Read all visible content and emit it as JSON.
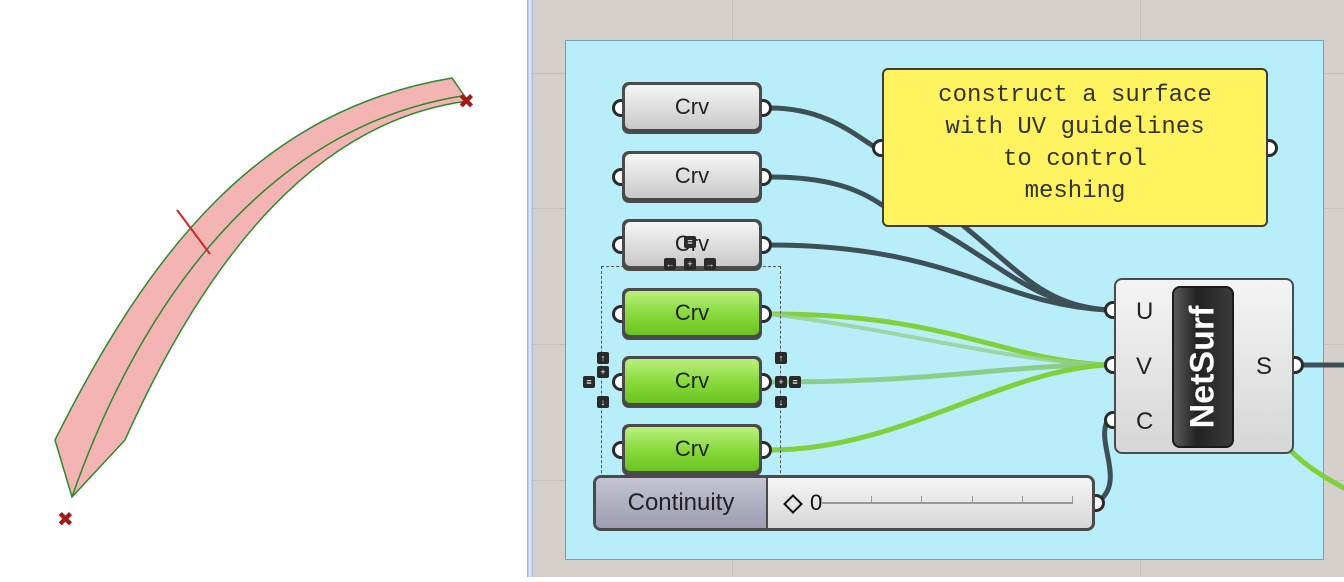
{
  "viewport": {
    "surface_fill": "#f4b4b4",
    "edge_color": "#2a8a2a",
    "seam_color": "#cc2a2a",
    "marker_color": "#a01a1a",
    "marker_symbol": "✖"
  },
  "canvas": {
    "group_color": "#b8eefa",
    "wire_dark": "#3c5056",
    "wire_green": "#7fd13b",
    "components": [
      {
        "label": "Crv",
        "style": "gray"
      },
      {
        "label": "Crv",
        "style": "gray"
      },
      {
        "label": "Crv",
        "style": "gray"
      },
      {
        "label": "Crv",
        "style": "green"
      },
      {
        "label": "Crv",
        "style": "green"
      },
      {
        "label": "Crv",
        "style": "green"
      }
    ],
    "note": {
      "text": "construct a surface\nwith UV guidelines\nto control\nmeshing"
    },
    "netsurf": {
      "title": "NetSurf",
      "inputs": [
        "U",
        "V",
        "C"
      ],
      "output": "S"
    },
    "slider": {
      "label": "Continuity",
      "value": "0"
    }
  }
}
